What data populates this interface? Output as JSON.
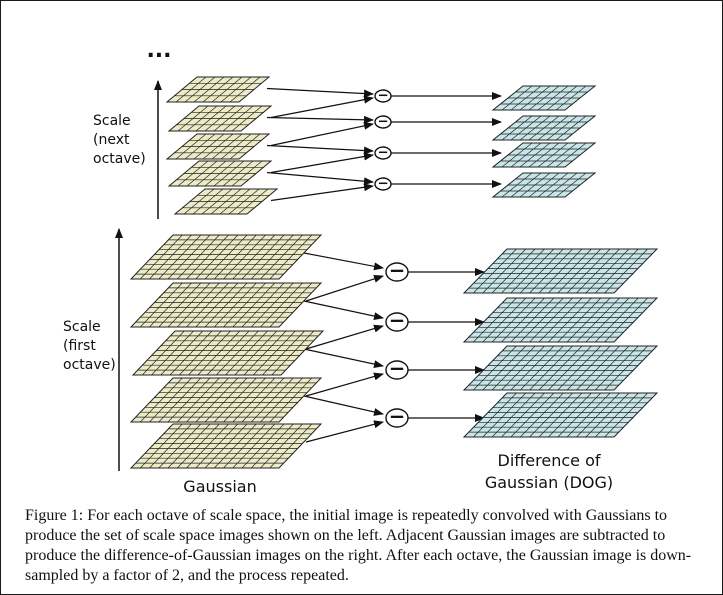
{
  "diagram": {
    "ellipsis": "...",
    "octave_next_label": [
      "Scale",
      "(next",
      "octave)"
    ],
    "octave_first_label": [
      "Scale",
      "(first",
      "octave)"
    ],
    "gaussian_label": "Gaussian",
    "dog_label": [
      "Difference of",
      "Gaussian (DOG)"
    ],
    "minus_symbol": "−",
    "colors": {
      "gaussian_fill": "#ecebc6",
      "dog_fill": "#c8e6e8",
      "grid_stroke": "#222222"
    },
    "octaves": [
      {
        "name": "first",
        "gaussian_count": 5,
        "dog_count": 4,
        "grid_cells": 16
      },
      {
        "name": "next",
        "gaussian_count": 5,
        "dog_count": 4,
        "grid_cells": 8
      }
    ]
  },
  "caption": "Figure 1: For each octave of scale space, the initial image is repeatedly convolved with Gaussians to produce the set of scale space images shown on the left.  Adjacent Gaussian images are subtracted to produce the difference-of-Gaussian images on the right. After each octave, the Gaussian image is down-sampled by a factor of 2, and the process repeated."
}
